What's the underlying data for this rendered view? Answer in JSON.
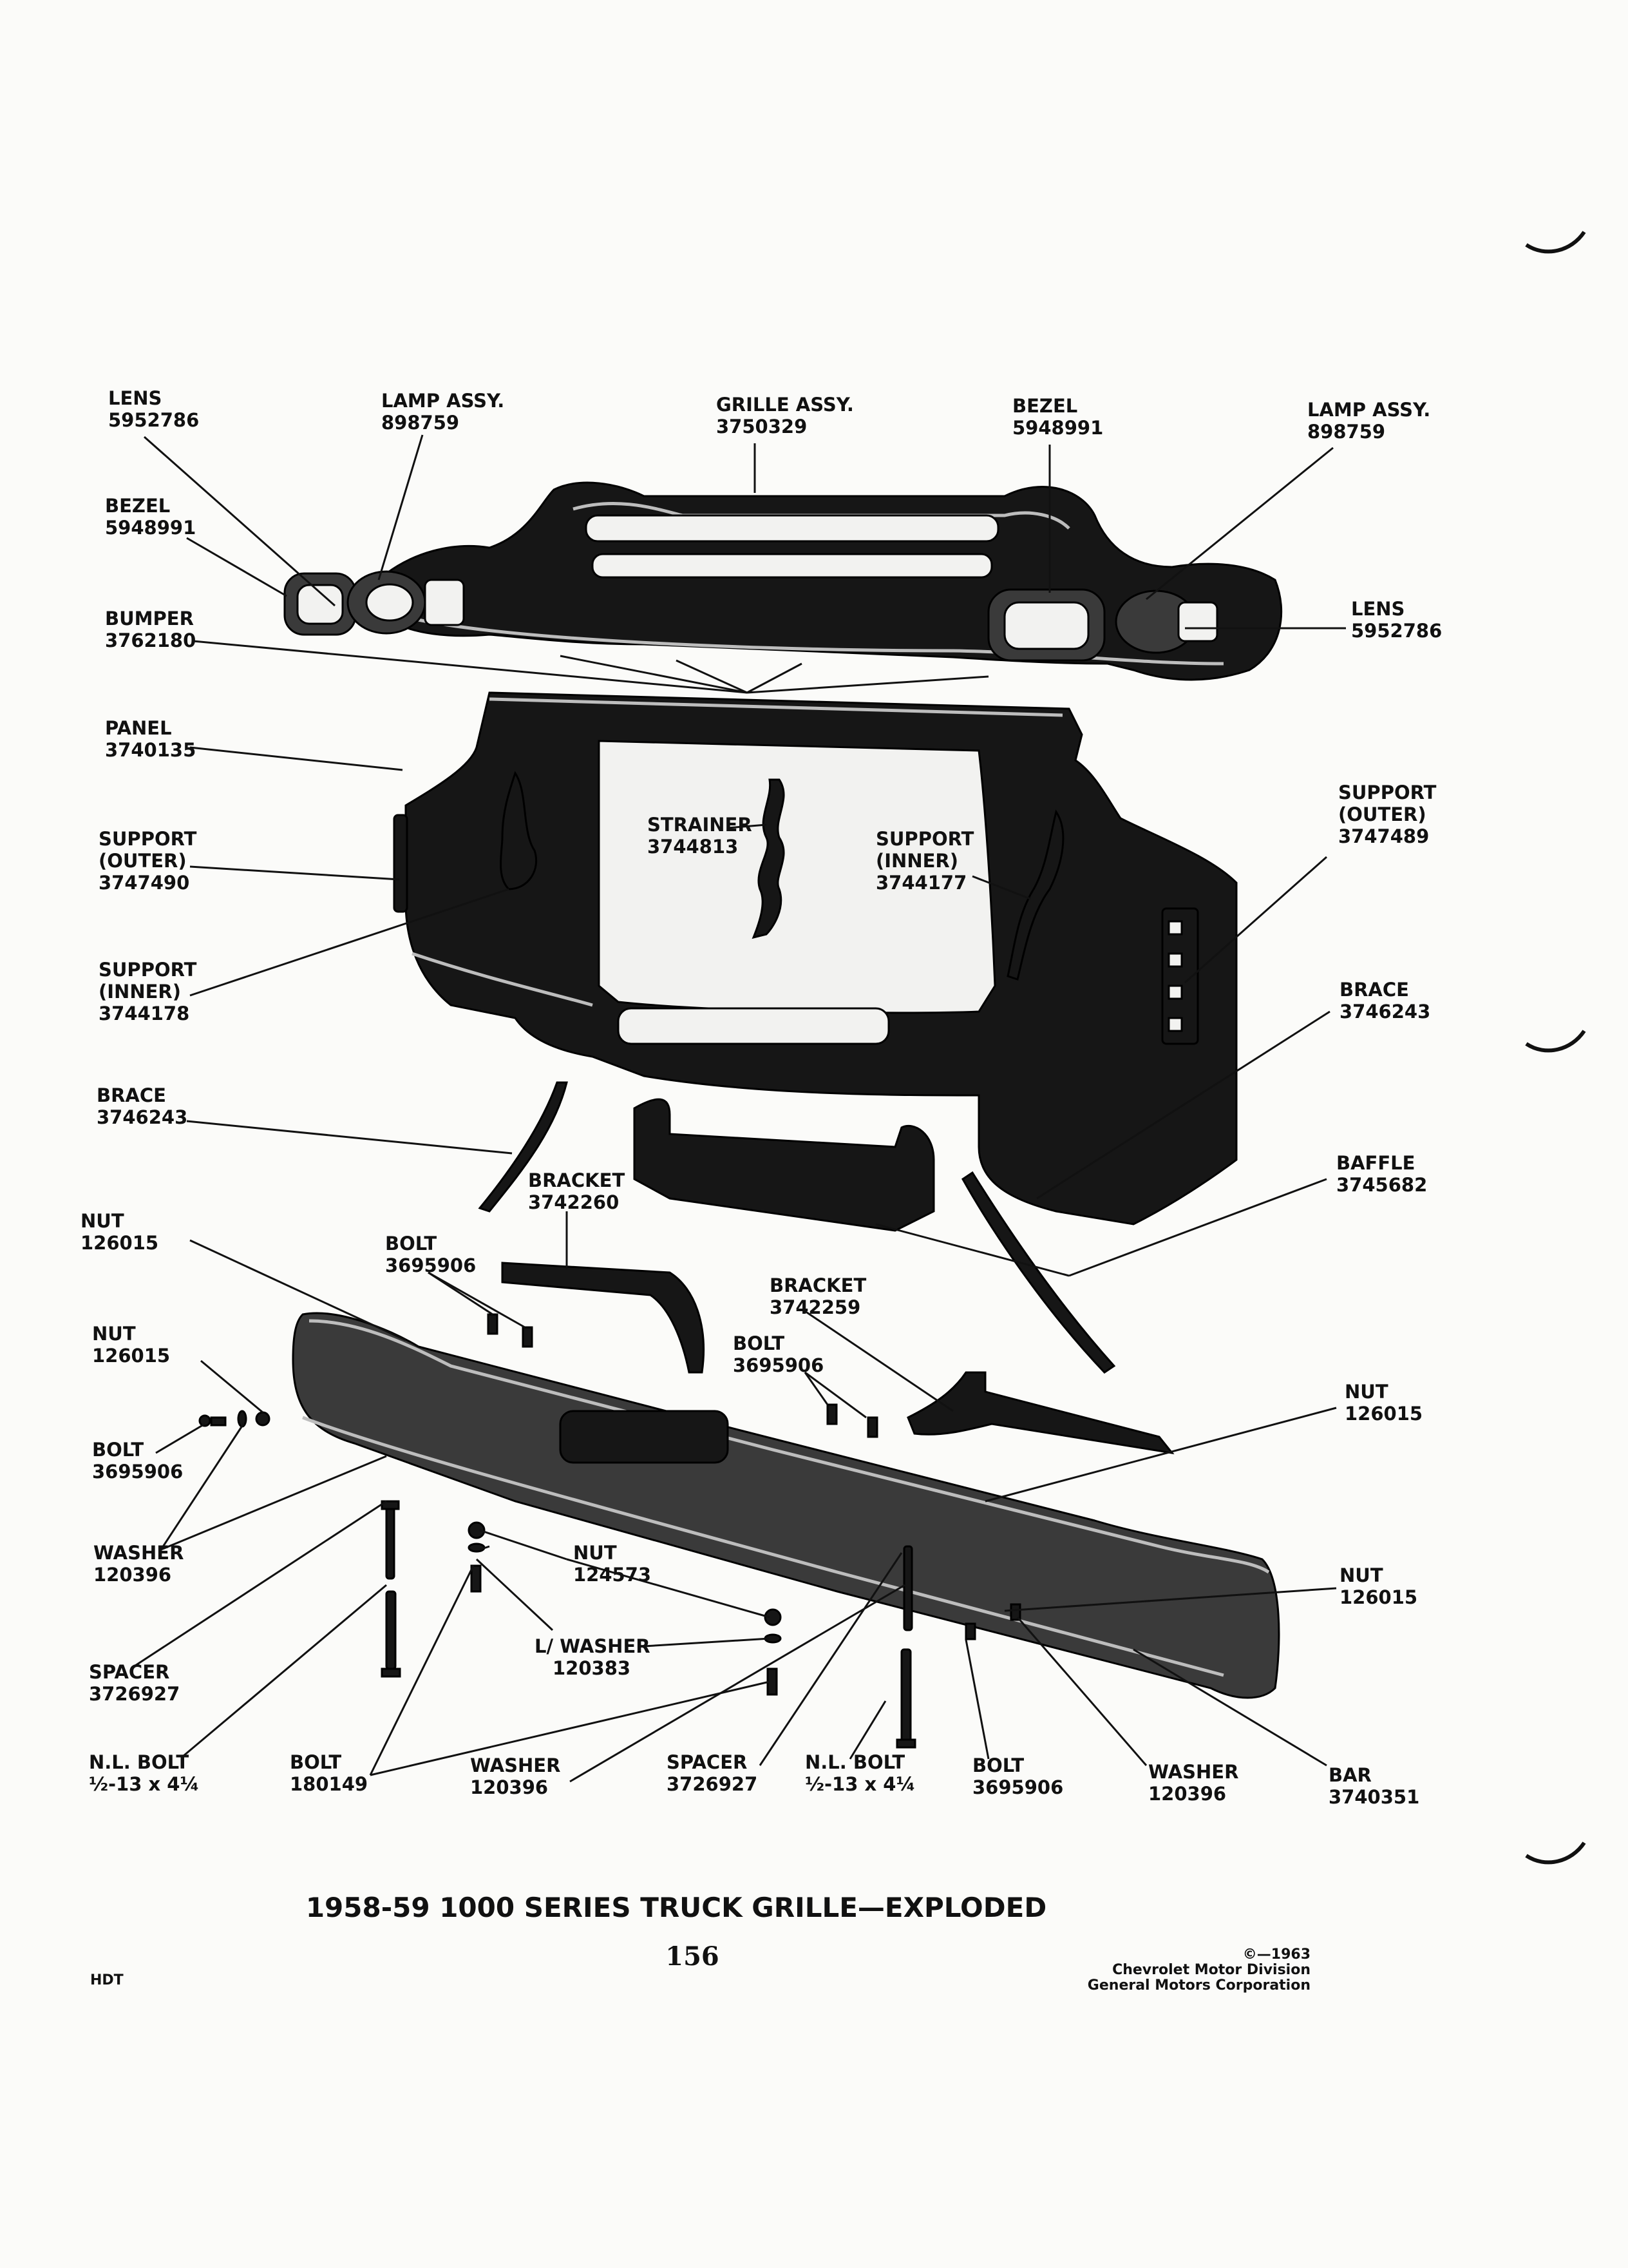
{
  "callouts": {
    "lens_tl": {
      "name": "LENS",
      "part": "5952786"
    },
    "lamp_tl": {
      "name": "LAMP ASSY.",
      "part": "898759"
    },
    "grille": {
      "name": "GRILLE ASSY.",
      "part": "3750329"
    },
    "bezel_tc": {
      "name": "BEZEL",
      "part": "5948991"
    },
    "lamp_tr": {
      "name": "LAMP ASSY.",
      "part": "898759"
    },
    "bezel_l": {
      "name": "BEZEL",
      "part": "5948991"
    },
    "lens_r": {
      "name": "LENS",
      "part": "5952786"
    },
    "bumper": {
      "name": "BUMPER",
      "part": "3762180"
    },
    "panel": {
      "name": "PANEL",
      "part": "3740135"
    },
    "support_outer_r": {
      "name": "SUPPORT",
      "sub": "(OUTER)",
      "part": "3747489"
    },
    "support_outer_l": {
      "name": "SUPPORT",
      "sub": "(OUTER)",
      "part": "3747490"
    },
    "strainer": {
      "name": "STRAINER",
      "part": "3744813"
    },
    "support_inner_c": {
      "name": "SUPPORT",
      "sub": "(INNER)",
      "part": "3744177"
    },
    "support_inner_l": {
      "name": "SUPPORT",
      "sub": "(INNER)",
      "part": "3744178"
    },
    "brace_r": {
      "name": "BRACE",
      "part": "3746243"
    },
    "brace_l": {
      "name": "BRACE",
      "part": "3746243"
    },
    "bracket_c": {
      "name": "BRACKET",
      "part": "3742260"
    },
    "baffle": {
      "name": "BAFFLE",
      "part": "3745682"
    },
    "nut_1": {
      "name": "NUT",
      "part": "126015"
    },
    "bolt_1": {
      "name": "BOLT",
      "part": "3695906"
    },
    "bracket_r": {
      "name": "BRACKET",
      "part": "3742259"
    },
    "nut_2": {
      "name": "NUT",
      "part": "126015"
    },
    "bolt_2": {
      "name": "BOLT",
      "part": "3695906"
    },
    "nut_r1": {
      "name": "NUT",
      "part": "126015"
    },
    "bolt_l": {
      "name": "BOLT",
      "part": "3695906"
    },
    "washer_l": {
      "name": "WASHER",
      "part": "120396"
    },
    "nut_124573": {
      "name": "NUT",
      "part": "124573"
    },
    "nut_r2": {
      "name": "NUT",
      "part": "126015"
    },
    "lwasher": {
      "name": "L/ WASHER",
      "part": "120383"
    },
    "spacer_l": {
      "name": "SPACER",
      "part": "3726927"
    },
    "nlbolt_l": {
      "name": "N.L. BOLT",
      "part": "½-13 x 4¼"
    },
    "bolt_180149": {
      "name": "BOLT",
      "part": "180149"
    },
    "washer_b": {
      "name": "WASHER",
      "part": "120396"
    },
    "spacer_b": {
      "name": "SPACER",
      "part": "3726927"
    },
    "nlbolt_b": {
      "name": "N.L. BOLT",
      "part": "½-13 x 4¼"
    },
    "bolt_b": {
      "name": "BOLT",
      "part": "3695906"
    },
    "washer_r": {
      "name": "WASHER",
      "part": "120396"
    },
    "bar": {
      "name": "BAR",
      "part": "3740351"
    }
  },
  "title": "1958-59 1000 SERIES TRUCK GRILLE—EXPLODED",
  "page_number": "156",
  "copyright": {
    "line1": "©—1963",
    "line2": "Chevrolet Motor Division",
    "line3": "General Motors Corporation"
  },
  "code": "HDT"
}
